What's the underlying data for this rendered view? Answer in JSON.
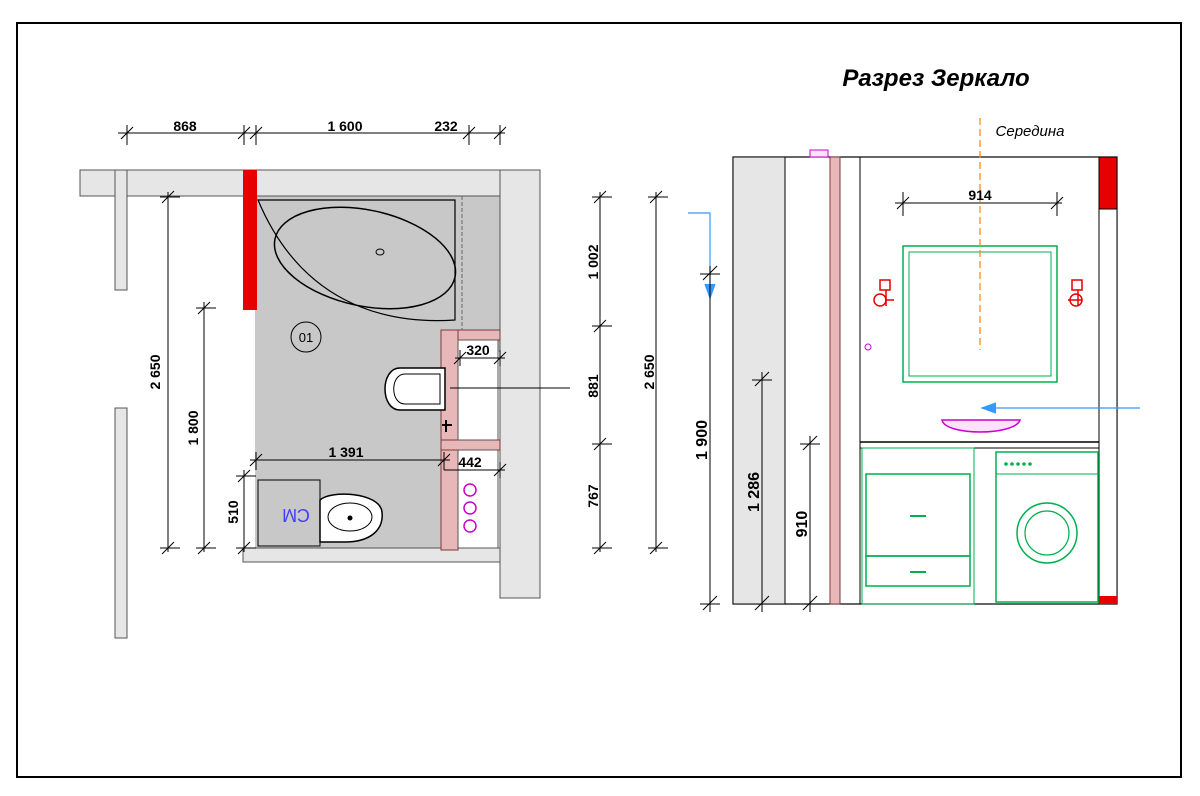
{
  "title": "Разрез Зеркало",
  "middle_label": "Середина",
  "room_tag": "01",
  "washer_label": "СМ",
  "plan_dims": {
    "top_868": "868",
    "top_1600": "1 600",
    "top_232": "232",
    "left_2650": "2 650",
    "left_1800": "1 800",
    "right_1002": "1 002",
    "right_881": "881",
    "right_767": "767",
    "right_2650": "2 650",
    "inner_320": "320",
    "inner_1391": "1 391",
    "inner_442": "442",
    "inner_510": "510"
  },
  "section_dims": {
    "mirror_914": "914",
    "h_1900": "1 900",
    "h_1286": "1 286",
    "h_910": "910"
  },
  "colors": {
    "wall_fill": "#e6e6e6",
    "floor_fill": "#c8c8c8",
    "red": "#e60000",
    "pink": "#cc9999",
    "green": "#00b050",
    "magenta": "#e000e0",
    "orange": "#ff8c1a",
    "arrow_blue": "#3399ff"
  }
}
